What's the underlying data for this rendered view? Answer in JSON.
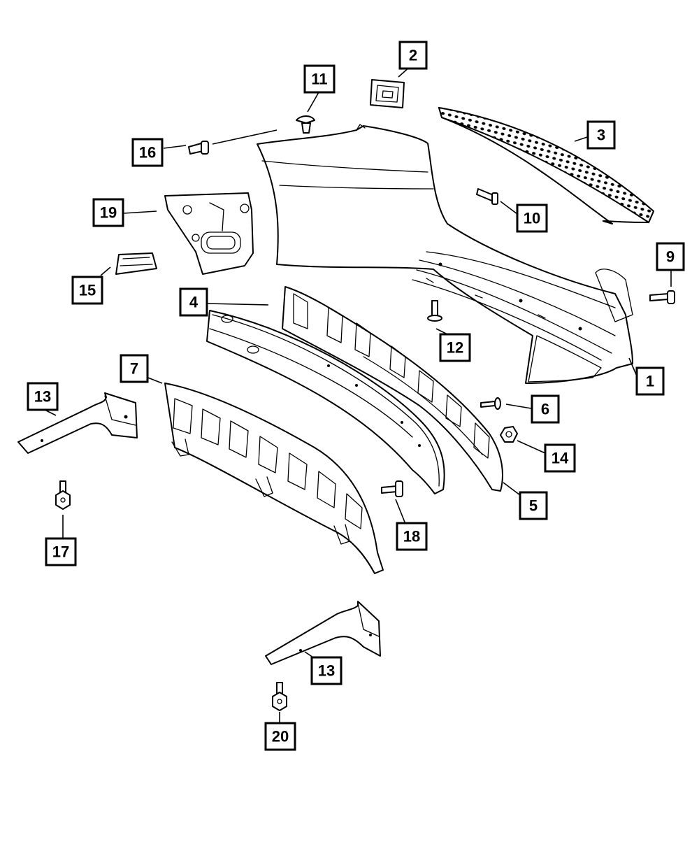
{
  "diagram": {
    "callouts": [
      {
        "id": "c1",
        "label": "1"
      },
      {
        "id": "c2",
        "label": "2"
      },
      {
        "id": "c3",
        "label": "3"
      },
      {
        "id": "c4",
        "label": "4"
      },
      {
        "id": "c5",
        "label": "5"
      },
      {
        "id": "c6",
        "label": "6"
      },
      {
        "id": "c7",
        "label": "7"
      },
      {
        "id": "c9",
        "label": "9"
      },
      {
        "id": "c10",
        "label": "10"
      },
      {
        "id": "c11",
        "label": "11"
      },
      {
        "id": "c12",
        "label": "12"
      },
      {
        "id": "c13a",
        "label": "13"
      },
      {
        "id": "c13b",
        "label": "13"
      },
      {
        "id": "c14",
        "label": "14"
      },
      {
        "id": "c15",
        "label": "15"
      },
      {
        "id": "c16",
        "label": "16"
      },
      {
        "id": "c17",
        "label": "17"
      },
      {
        "id": "c18",
        "label": "18"
      },
      {
        "id": "c19",
        "label": "19"
      },
      {
        "id": "c20",
        "label": "20"
      }
    ],
    "colors": {
      "line": "#000000",
      "background": "#ffffff"
    }
  }
}
